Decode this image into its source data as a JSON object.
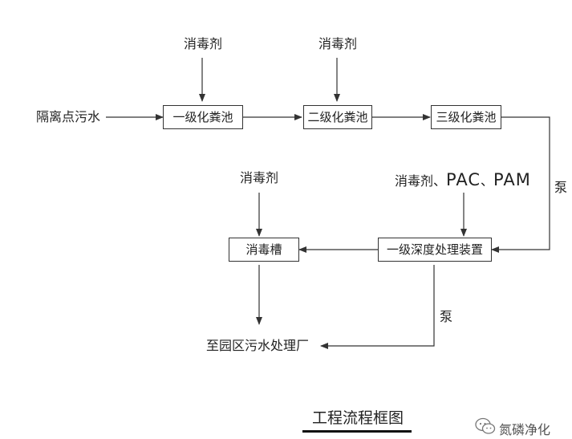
{
  "diagram": {
    "disinfectant_1": "消毒剂",
    "disinfectant_2": "消毒剂",
    "disinfectant_3": "消毒剂",
    "input": "隔离点污水",
    "tank1": "一级化粪池",
    "tank2": "二级化粪池",
    "tank3": "三级化粪池",
    "chem_prefix": "消毒剂、",
    "chem_pac": "PAC",
    "chem_sep": "、",
    "chem_pam": "PAM",
    "pump_1": "泵",
    "pump_2": "泵",
    "deep_treatment": "一级深度处理装置",
    "disinfection_tank": "消毒槽",
    "output": "至园区污水处理厂",
    "title": "工程流程框图"
  },
  "watermark": {
    "text": "氮磷净化",
    "icon": "wechat-icon"
  },
  "colors": {
    "line": "#333333",
    "text": "#222222"
  }
}
